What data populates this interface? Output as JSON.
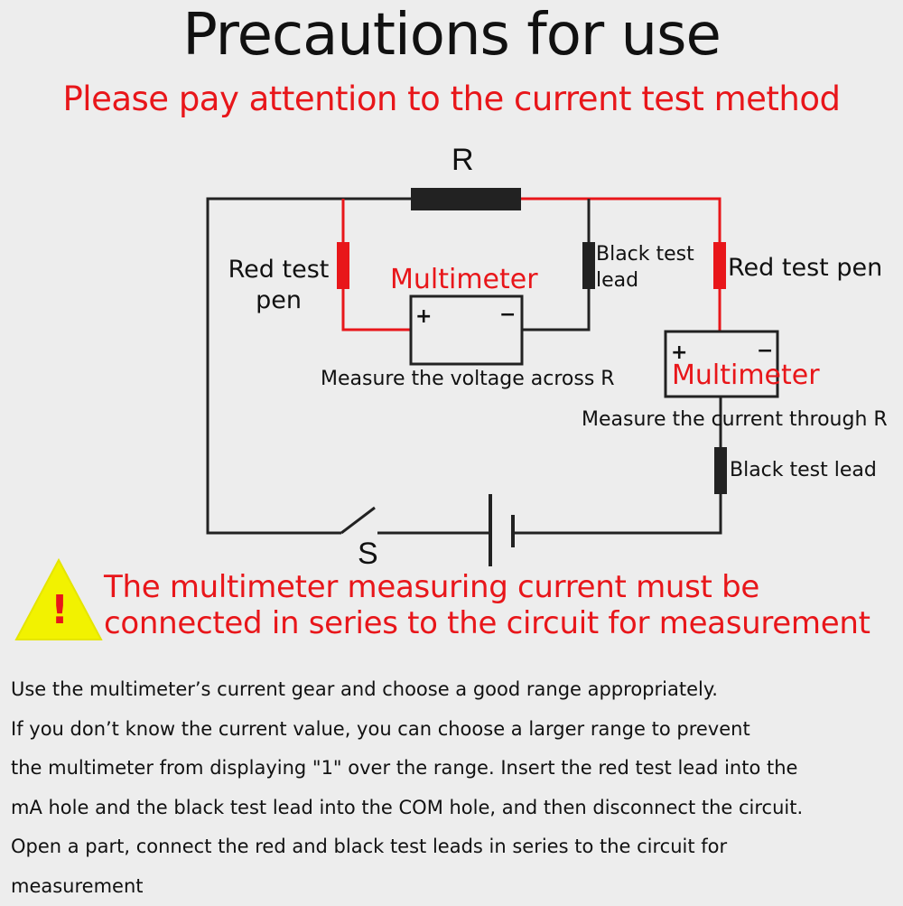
{
  "header": {
    "title": "Precautions for use",
    "subtitle": "Please pay attention to the current test method"
  },
  "diagram": {
    "resistor_label": "R",
    "switch_label": "S",
    "left_meter": {
      "red_pen_label_line1": "Red test",
      "red_pen_label_line2": "pen",
      "black_lead_label_line1": "Black test",
      "black_lead_label_line2": "lead",
      "meter_label": "Multimeter",
      "plus": "+",
      "minus": "−",
      "caption": "Measure the voltage across R"
    },
    "right_meter": {
      "red_pen_label": "Red test pen",
      "meter_label": "Multimeter",
      "plus": "+",
      "minus": "−",
      "caption": "Measure the current through R",
      "black_lead_label": "Black test lead"
    },
    "colors": {
      "red_wire": "#e8161a",
      "black_wire": "#222222",
      "warning": "#f2f200"
    }
  },
  "warning": {
    "icon_glyph": "!",
    "line1": "The multimeter measuring current must be",
    "line2": "connected in series to the circuit for measurement"
  },
  "instructions": {
    "lines": [
      "Use the multimeter’s current gear and choose a good range appropriately.",
      "If you don’t know the current value, you can choose a larger range to prevent",
      "the multimeter from displaying \"1\" over the range. Insert the red test lead into the",
      "mA hole and the black test lead into the COM hole, and then disconnect the circuit.",
      "Open a part, connect the red and black test leads in series to the circuit for",
      "measurement"
    ]
  }
}
